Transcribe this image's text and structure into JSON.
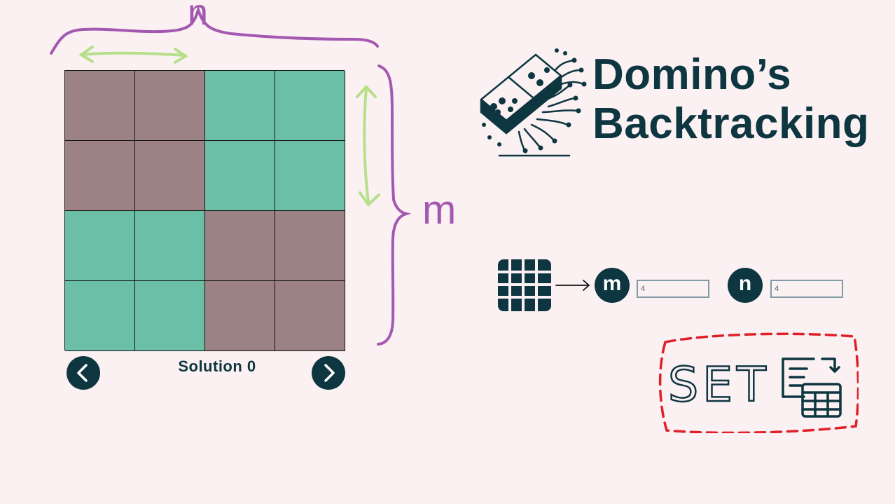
{
  "labels": {
    "n": "n",
    "m": "m"
  },
  "board": {
    "rows": 4,
    "cols": 4,
    "cells": [
      [
        "mauve",
        "mauve",
        "teal",
        "teal"
      ],
      [
        "mauve",
        "mauve",
        "teal",
        "teal"
      ],
      [
        "teal",
        "teal",
        "mauve",
        "mauve"
      ],
      [
        "teal",
        "teal",
        "mauve",
        "mauve"
      ]
    ]
  },
  "colors": {
    "mauve": "#9c8185",
    "teal": "#6bbfa6",
    "dark": "#0d3640",
    "brace": "#a459b0",
    "arrow": "#b6e08a",
    "dashed": "#e02029",
    "background": "#fbf0f2"
  },
  "navigation": {
    "solution_label": "Solution 0",
    "prev_icon": "chevron-left-icon",
    "next_icon": "chevron-right-icon"
  },
  "title": {
    "line1": "Domino’s",
    "line2": "Backtracking"
  },
  "controls": {
    "m_badge": "m",
    "n_badge": "n",
    "m_value": "4",
    "n_value": "4"
  },
  "set_button": {
    "label": "SET",
    "icon": "spreadsheet-import-icon"
  }
}
